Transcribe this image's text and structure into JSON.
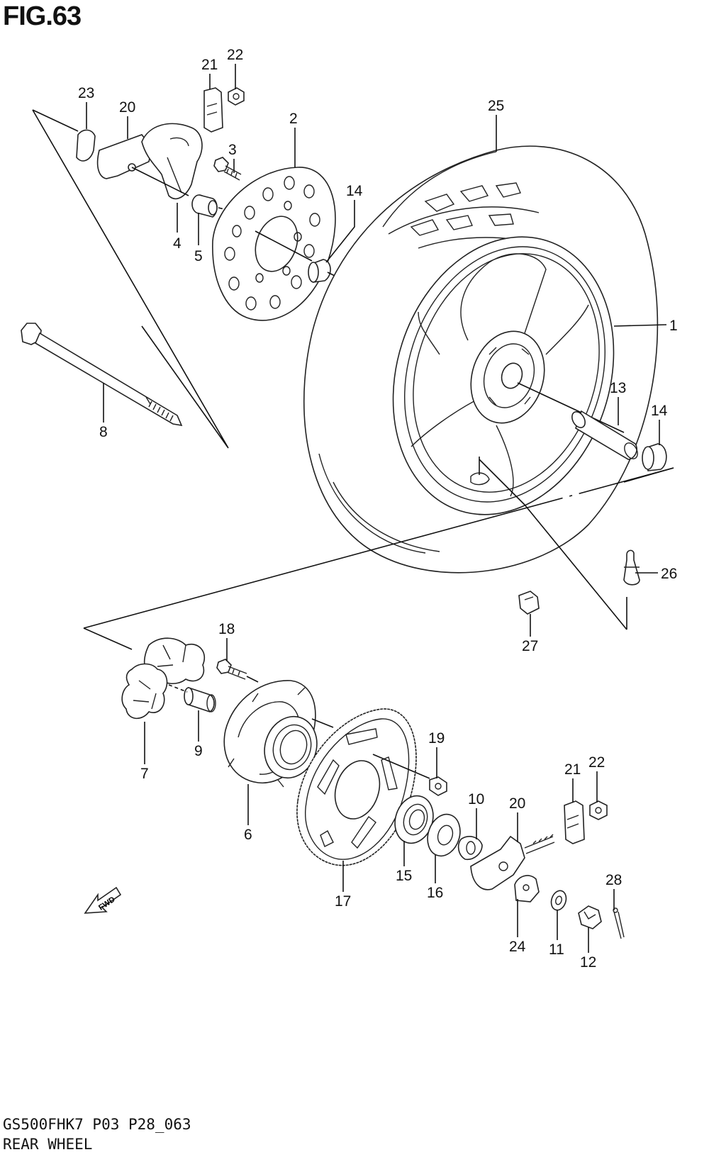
{
  "figure": {
    "title": "FIG.63"
  },
  "labels": [
    {
      "id": "p1",
      "text": "1"
    },
    {
      "id": "p2",
      "text": "2"
    },
    {
      "id": "p3",
      "text": "3"
    },
    {
      "id": "p4",
      "text": "4"
    },
    {
      "id": "p5",
      "text": "5"
    },
    {
      "id": "p6",
      "text": "6"
    },
    {
      "id": "p7",
      "text": "7"
    },
    {
      "id": "p8",
      "text": "8"
    },
    {
      "id": "p9",
      "text": "9"
    },
    {
      "id": "p10",
      "text": "10"
    },
    {
      "id": "p11",
      "text": "11"
    },
    {
      "id": "p12",
      "text": "12"
    },
    {
      "id": "p13",
      "text": "13"
    },
    {
      "id": "p14a",
      "text": "14"
    },
    {
      "id": "p14b",
      "text": "14"
    },
    {
      "id": "p15",
      "text": "15"
    },
    {
      "id": "p16",
      "text": "16"
    },
    {
      "id": "p17",
      "text": "17"
    },
    {
      "id": "p18",
      "text": "18"
    },
    {
      "id": "p19",
      "text": "19"
    },
    {
      "id": "p20a",
      "text": "20"
    },
    {
      "id": "p20b",
      "text": "20"
    },
    {
      "id": "p21a",
      "text": "21"
    },
    {
      "id": "p21b",
      "text": "21"
    },
    {
      "id": "p22a",
      "text": "22"
    },
    {
      "id": "p22b",
      "text": "22"
    },
    {
      "id": "p23",
      "text": "23"
    },
    {
      "id": "p24",
      "text": "24"
    },
    {
      "id": "p25",
      "text": "25"
    },
    {
      "id": "p26",
      "text": "26"
    },
    {
      "id": "p27",
      "text": "27"
    },
    {
      "id": "p28",
      "text": "28"
    }
  ],
  "fwd_label": "FWD",
  "footer": {
    "code": "GS500FHK7 P03 P28_063",
    "name": "REAR WHEEL"
  }
}
